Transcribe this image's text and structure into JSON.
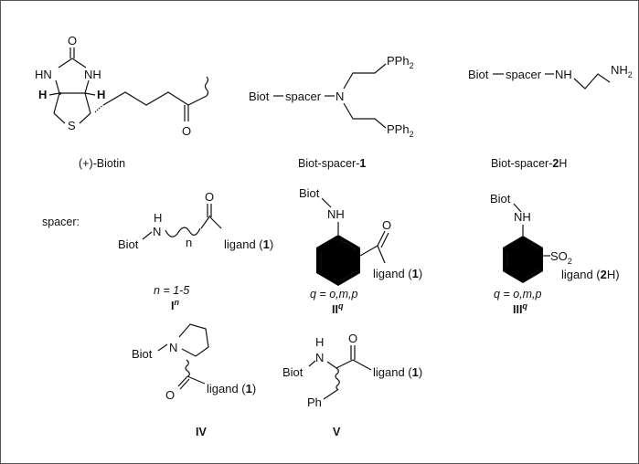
{
  "figure": {
    "biotin": {
      "caption": "(+)-Biotin",
      "atoms": {
        "O1": "O",
        "HN": "HN",
        "NH": "NH",
        "H1": "H",
        "H2": "H",
        "S": "S",
        "O2": "O"
      }
    },
    "biot_spacer_1": {
      "caption_prefix": "Biot-spacer-",
      "caption_num": "1",
      "biot": "Biot",
      "spacer": "spacer",
      "n": "N",
      "pph2_top": "PPh",
      "pph2_bottom": "PPh",
      "sub2": "2"
    },
    "biot_spacer_2h": {
      "caption_prefix": "Biot-spacer-",
      "caption_num": "2",
      "caption_suffix": "H",
      "biot": "Biot",
      "spacer": "spacer",
      "nh": "NH",
      "nh2": "NH",
      "sub2": "2"
    },
    "spacer_label": "spacer:",
    "I": {
      "biot": "Biot",
      "h": "H",
      "n_atom": "N",
      "n_sub": "n",
      "o": "O",
      "ligand": "ligand (",
      "ligand_num": "1",
      "ligand_close": ")",
      "note": "n = 1-5",
      "label": "I",
      "label_sup": "n"
    },
    "II": {
      "biot": "Biot",
      "nh": "NH",
      "o": "O",
      "ligand": "ligand (",
      "ligand_num": "1",
      "ligand_close": ")",
      "note": "q = o,m,p",
      "label": "II",
      "label_sup": "q"
    },
    "III": {
      "biot": "Biot",
      "nh": "NH",
      "so2": "SO",
      "so2_sub": "2",
      "ligand": "ligand (",
      "ligand_num": "2",
      "ligand_close": "H)",
      "note": "q = o,m,p",
      "label": "III",
      "label_sup": "q"
    },
    "IV": {
      "biot": "Biot",
      "n": "N",
      "o": "O",
      "ligand": "ligand (",
      "ligand_num": "1",
      "ligand_close": ")",
      "label": "IV"
    },
    "V": {
      "biot": "Biot",
      "h": "H",
      "n": "N",
      "o": "O",
      "ph": "Ph",
      "ligand": "ligand (",
      "ligand_num": "1",
      "ligand_close": ")",
      "label": "V"
    }
  }
}
